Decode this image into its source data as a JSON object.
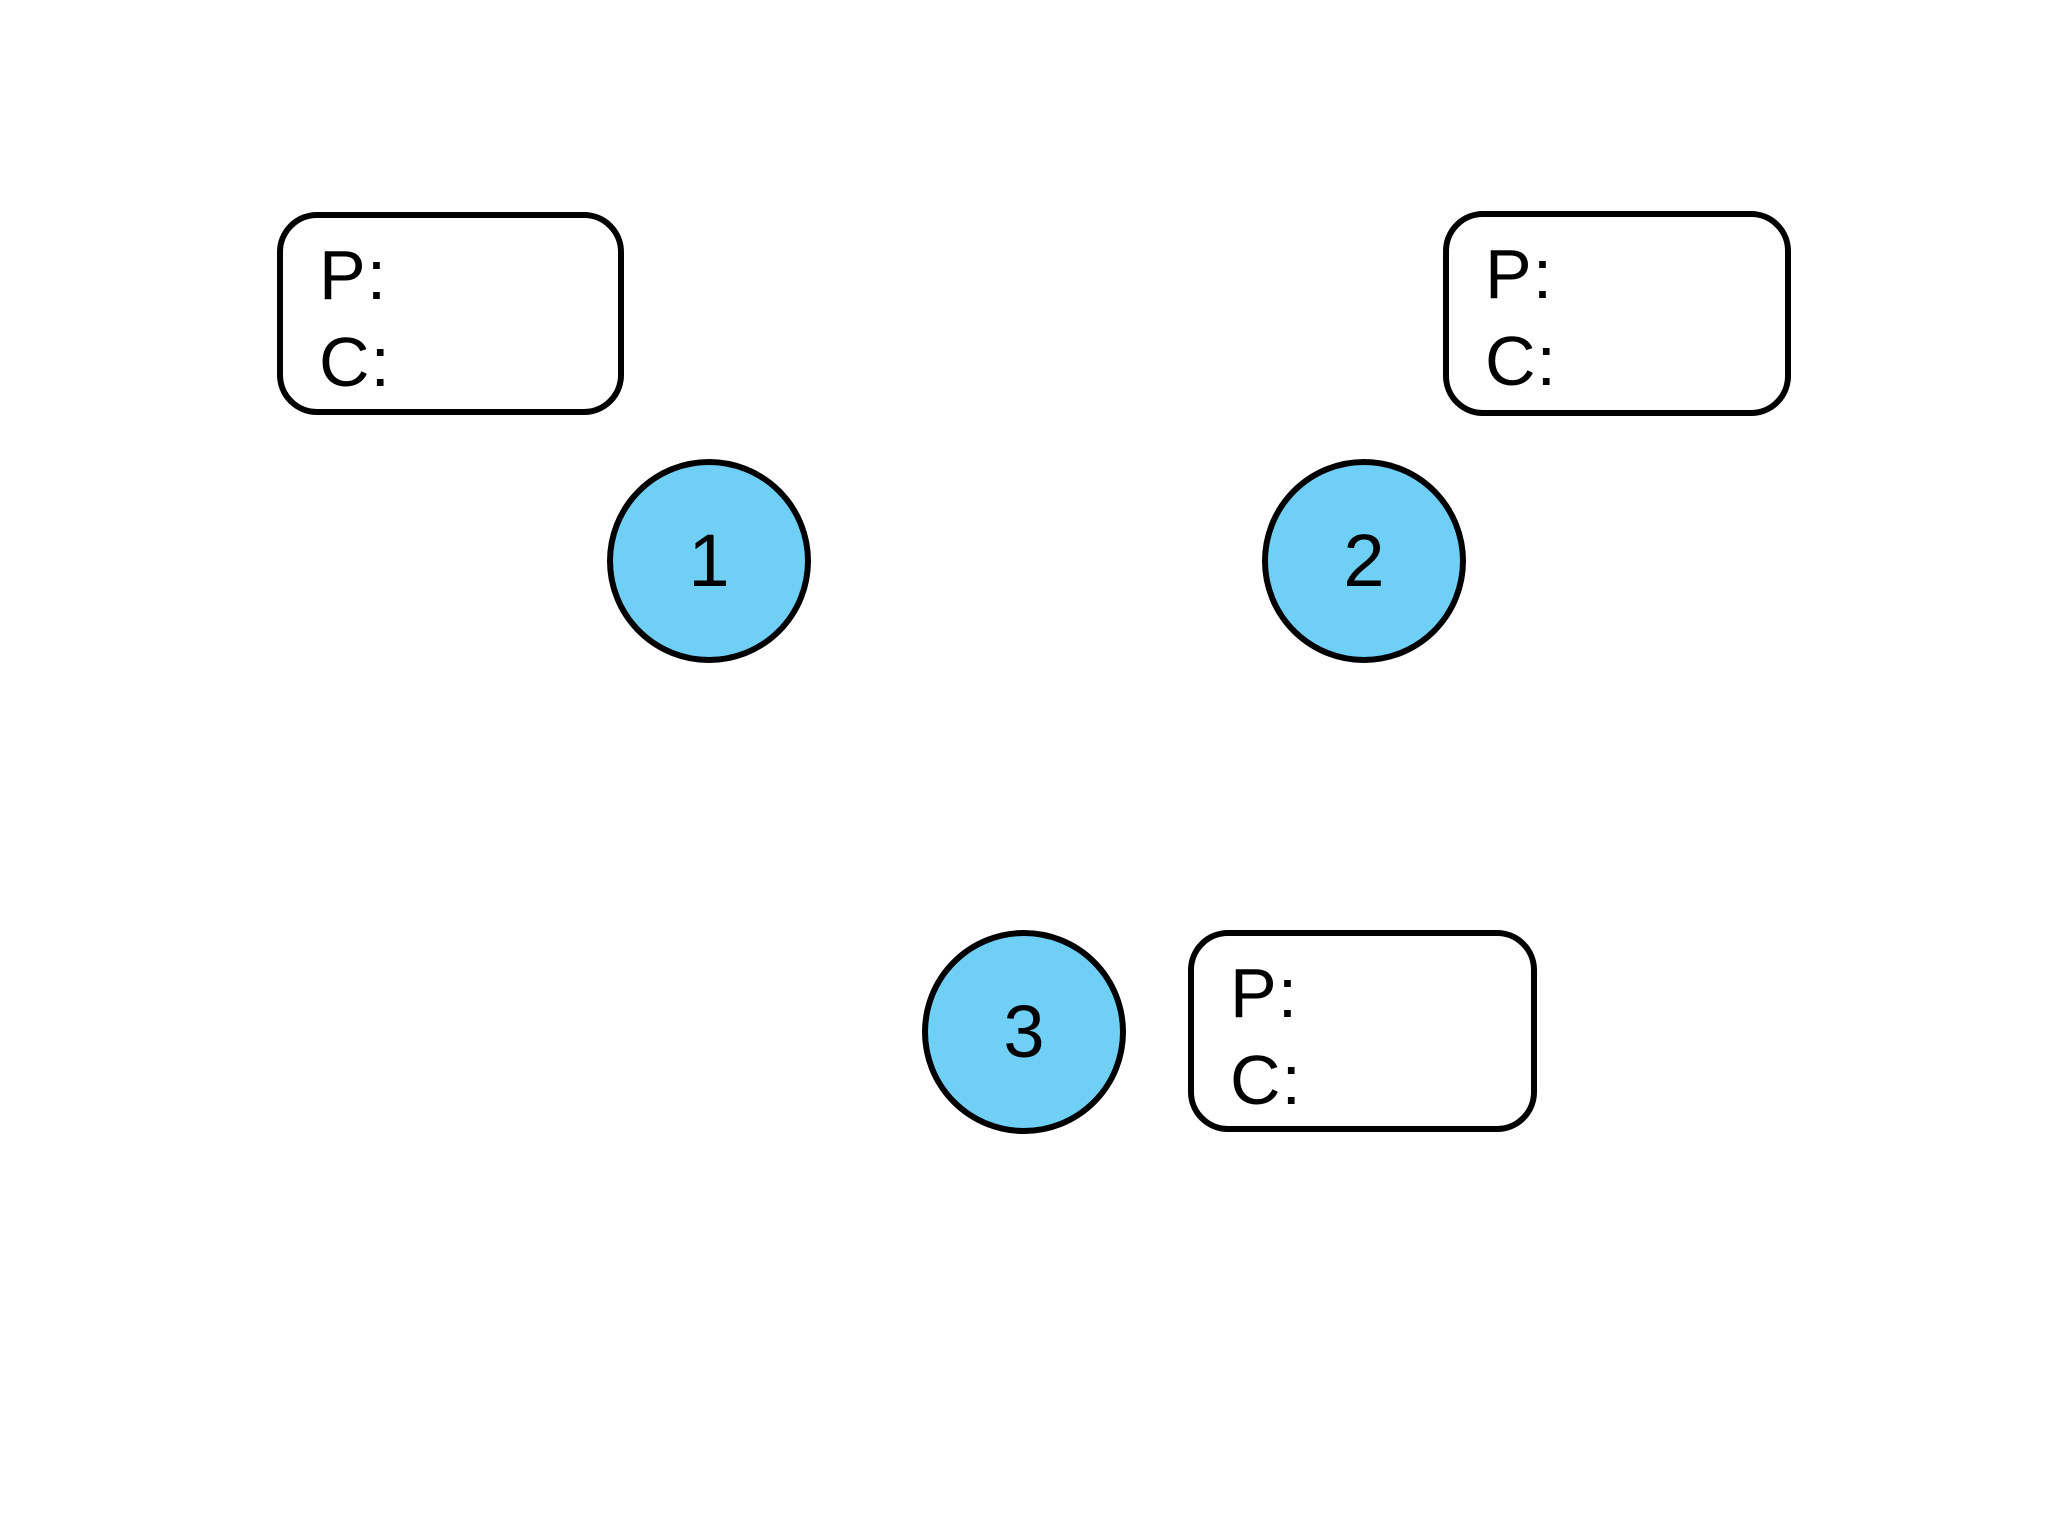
{
  "app": {
    "background_color": "#ffffff",
    "stroke_color": "#000000",
    "node_fill_color": "#6fcff5"
  },
  "boxes": [
    {
      "p_label": "P:",
      "c_label": "C:"
    },
    {
      "p_label": "P:",
      "c_label": "C:"
    },
    {
      "p_label": "P:",
      "c_label": "C:"
    }
  ],
  "circles": [
    {
      "label": "1"
    },
    {
      "label": "2"
    },
    {
      "label": "3"
    }
  ]
}
